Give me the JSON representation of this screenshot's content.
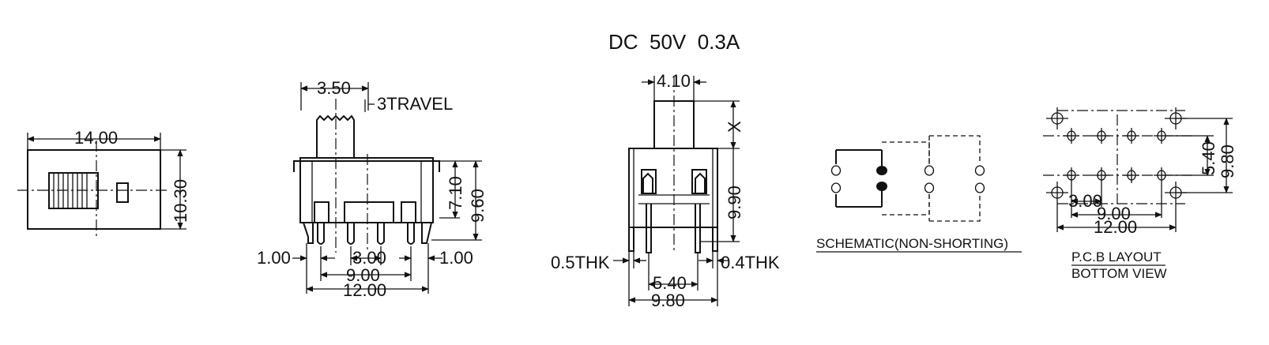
{
  "title": "DC  50V  0.3A",
  "top_view": {
    "width": "14.00",
    "height": "10.30"
  },
  "front_view": {
    "knob_width": "3.50",
    "travel": "3TRAVEL",
    "height_body": "7.10",
    "height_total": "9.60",
    "pin_left": "1.00",
    "pin_pitch": "3.00",
    "pin_right": "1.00",
    "span_inner": "9.00",
    "span_outer": "12.00"
  },
  "side_view": {
    "knob_width": "4.10",
    "knob_height": "X",
    "body_height": "9.90",
    "thk_left": "0.5THK",
    "thk_right": "0.4THK",
    "pin_span": "5.40",
    "total_width": "9.80"
  },
  "schematic": {
    "caption": "SCHEMATIC(NON-SHORTING)"
  },
  "pcb": {
    "dim_8": "3.00",
    "dim_9": "9.00",
    "dim_12": "12.00",
    "dim_540": "5.40",
    "dim_980": "9.80",
    "caption_1": "P.C.B LAYOUT",
    "caption_2": "BOTTOM VIEW"
  },
  "colors": {
    "ink": "#111111",
    "background": "#ffffff"
  }
}
